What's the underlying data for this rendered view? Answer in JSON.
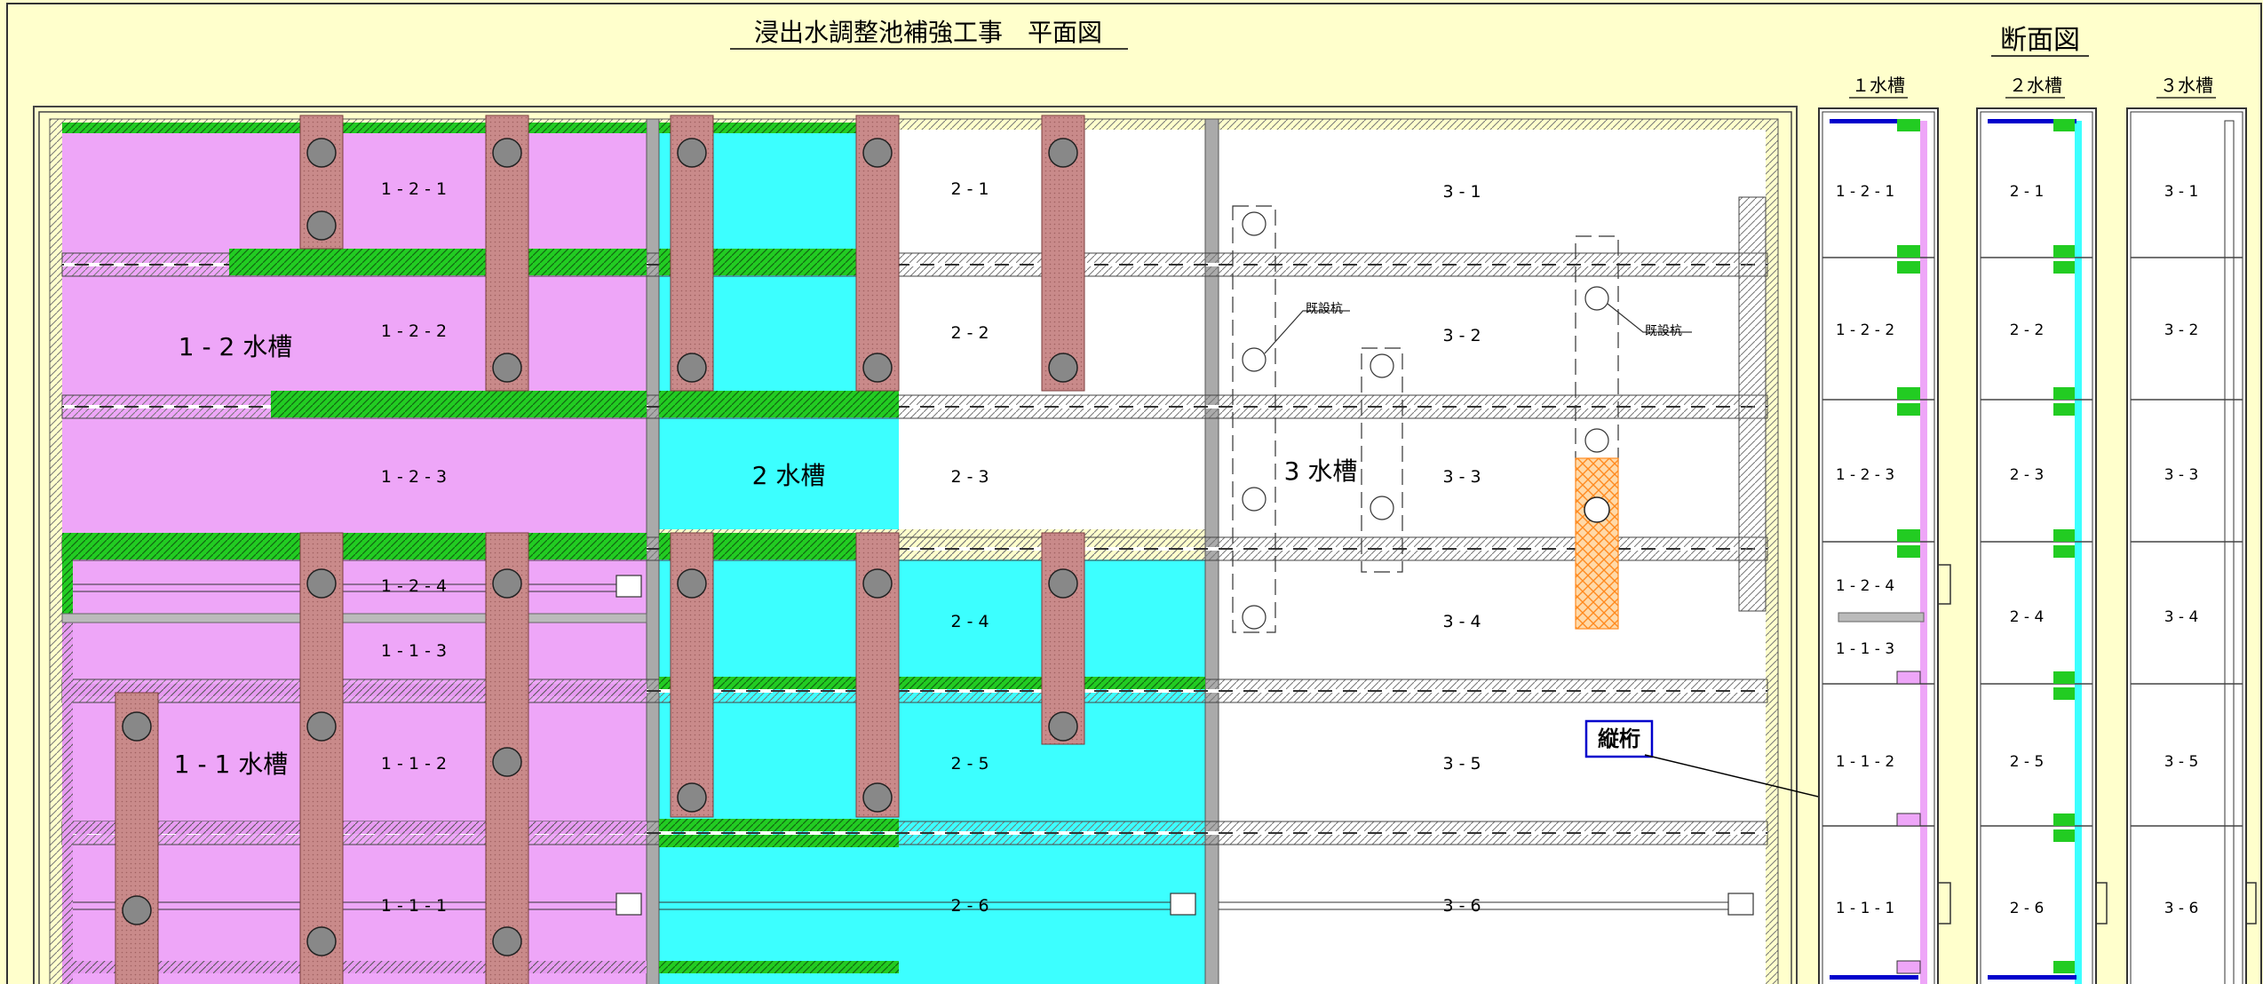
{
  "title": "浸出水調整池補強工事　平面図",
  "section_title": "断面図",
  "tanks": {
    "t12": "1 - 2 水槽",
    "t2": "2 水槽",
    "t3": "3 水槽",
    "t11": "1 - 1 水槽"
  },
  "plan_cells": [
    "1 - 2 - 1",
    "1 - 2 - 2",
    "1 - 2 - 3",
    "1 - 2 - 4",
    "1 - 1 - 3",
    "1 - 1 - 2",
    "1 - 1 - 1",
    "2 - 1",
    "2 - 2",
    "2 - 3",
    "2 - 4",
    "2 - 5",
    "2 - 6",
    "3 - 1",
    "3 - 2",
    "3 - 3",
    "3 - 4",
    "3 - 5",
    "3 - 6"
  ],
  "existing_pile": "既設杭",
  "girder_label": "縦桁",
  "sections": [
    {
      "title": "１水槽",
      "cells": [
        "1 - 2 - 1",
        "1 - 2 - 2",
        "1 - 2 - 3",
        "1 - 2 - 4",
        "1 - 1 - 3",
        "1 - 1 - 2",
        "1 - 1 - 1"
      ]
    },
    {
      "title": "２水槽",
      "cells": [
        "2 - 1",
        "2 - 2",
        "2 - 3",
        "2 - 4",
        "2 - 5",
        "2 - 6"
      ]
    },
    {
      "title": "３水槽",
      "cells": [
        "3 - 1",
        "3 - 2",
        "3 - 3",
        "3 - 4",
        "3 - 5",
        "3 - 6"
      ]
    }
  ],
  "colors": {
    "background": "#ffffcc",
    "tank1": "#eea6f8",
    "tank2": "#3cffff",
    "slab_green": "#22cc22",
    "column_beam": "#c77f7f",
    "girder_box": "#0000cc",
    "orange_hatch": "#ff9933"
  }
}
